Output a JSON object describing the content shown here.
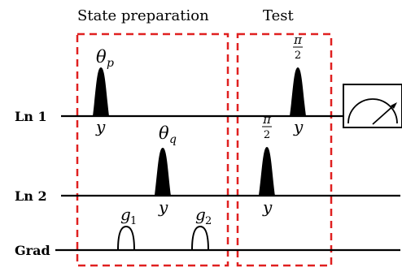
{
  "headers": {
    "state_preparation": "State preparation",
    "test": "Test"
  },
  "lines": {
    "ln1": "Ln 1",
    "ln2": "Ln 2",
    "grad": "Grad"
  },
  "pulses": {
    "theta_p_symbol": "θ",
    "theta_p_sub": "p",
    "theta_p_phase": "y",
    "theta_q_symbol": "θ",
    "theta_q_sub": "q",
    "theta_q_phase": "y",
    "ln1_test_num": "π",
    "ln1_test_den": "2",
    "ln1_test_phase": "y",
    "ln2_test_num": "π",
    "ln2_test_den": "2",
    "ln2_test_phase": "y"
  },
  "gradients": {
    "g1_symbol": "g",
    "g1_sub": "1",
    "g2_symbol": "g",
    "g2_sub": "2"
  },
  "colors": {
    "box": "#e02020",
    "line": "#000000"
  },
  "icons": {
    "meter": "measurement-meter-icon"
  }
}
